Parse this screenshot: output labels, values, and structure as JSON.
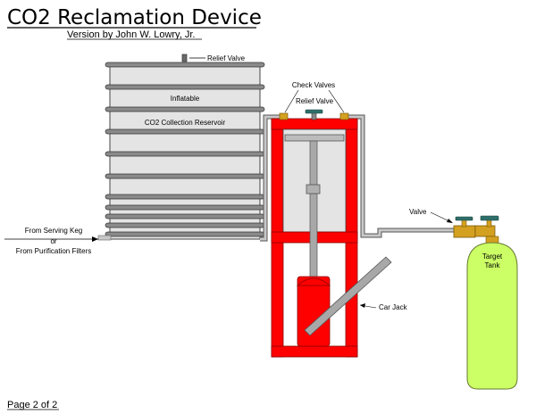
{
  "title": "CO2 Reclamation Device",
  "subtitle": "Version by John W. Lowry, Jr.",
  "page_label": "Page 2 of 2",
  "labels": {
    "relief_valve_top": "Relief Valve",
    "reservoir_inflatable": "Inflatable",
    "reservoir_name": "CO2 Collection Reservoir",
    "check_valves": "Check Valves",
    "relief_valve_pump": "Relief Valve",
    "valve": "Valve",
    "target_tank_1": "Target",
    "target_tank_2": "Tank",
    "car_jack": "Car Jack",
    "from_keg": "From Serving Keg",
    "or": "or",
    "from_filters": "From Purification Filters"
  },
  "colors": {
    "frame_red": "#ff0000",
    "bellows_gray": "#e0e0e0",
    "pipe_gray": "#c8c8c8",
    "brass": "#d4a020",
    "tank_green": "#ccff66",
    "handle_teal": "#2f6f6a",
    "rod_gray": "#a8a8a8"
  }
}
